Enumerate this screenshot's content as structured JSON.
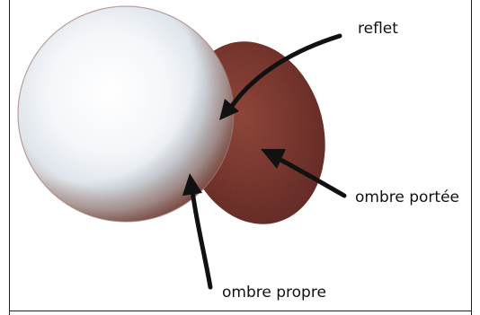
{
  "labels": {
    "reflet": "reflet",
    "ombre_portee": "ombre portée",
    "ombre_propre": "ombre propre"
  },
  "colors": {
    "shadow": "#7a2e22",
    "shadow_dark": "#5c1c16",
    "sphere_highlight": "#ffffff",
    "sphere_mid": "#e8eef4",
    "sphere_edge": "#b08c86",
    "arrow": "#111111"
  }
}
